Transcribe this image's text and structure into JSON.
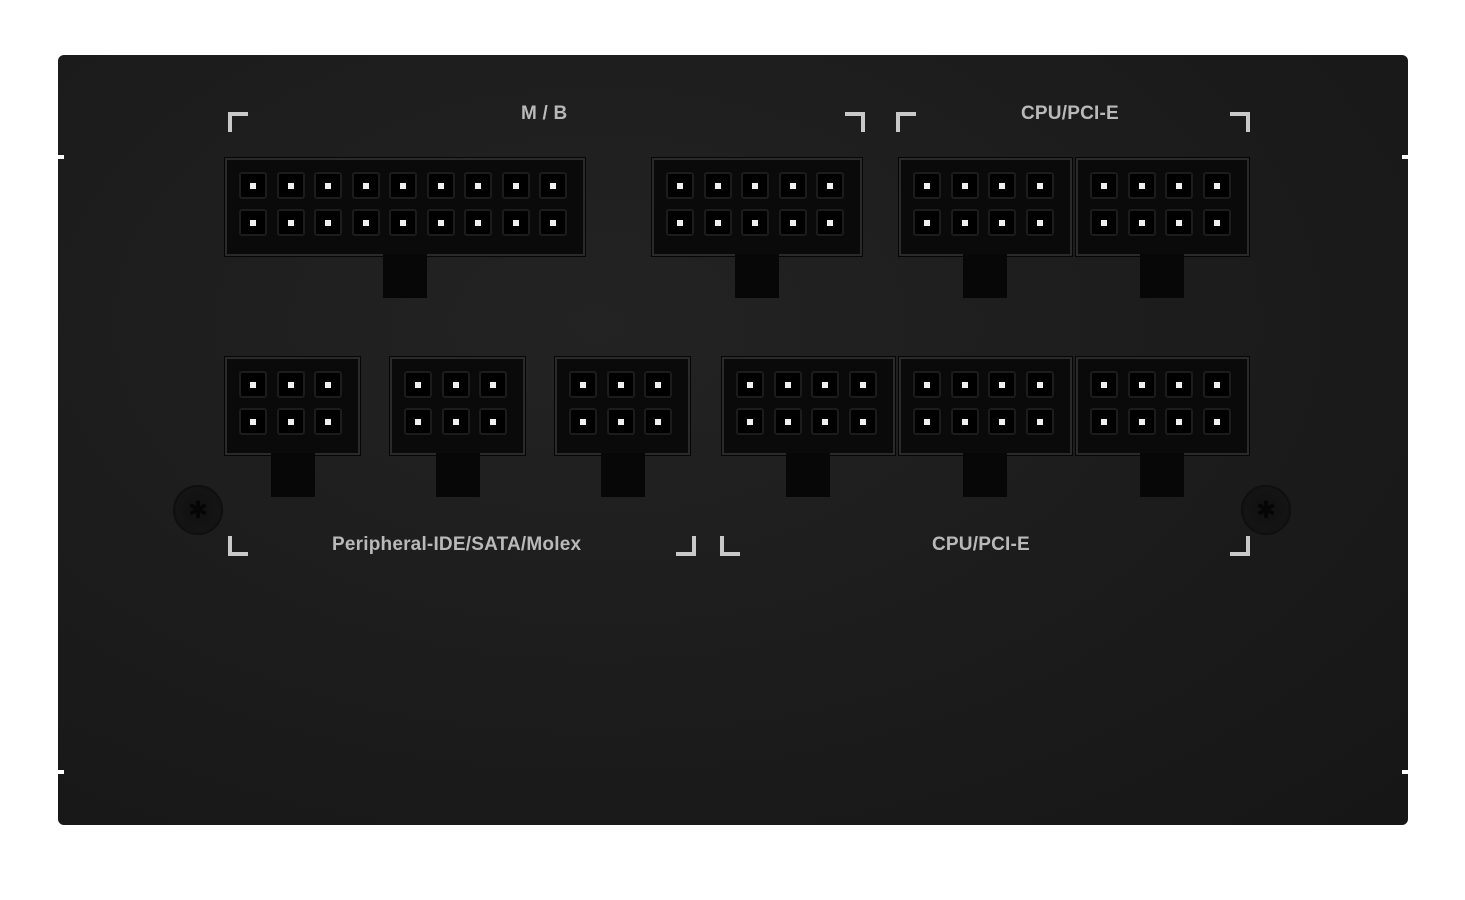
{
  "labels": {
    "mb": "M / B",
    "cpu_pcie_top": "CPU/PCI-E",
    "peripheral": "Peripheral-IDE/SATA/Molex",
    "cpu_pcie_bottom": "CPU/PCI-E"
  },
  "colors": {
    "panel": "#1b1b1b",
    "label": "#b9b9b9",
    "pin": "#f0f0f0"
  }
}
